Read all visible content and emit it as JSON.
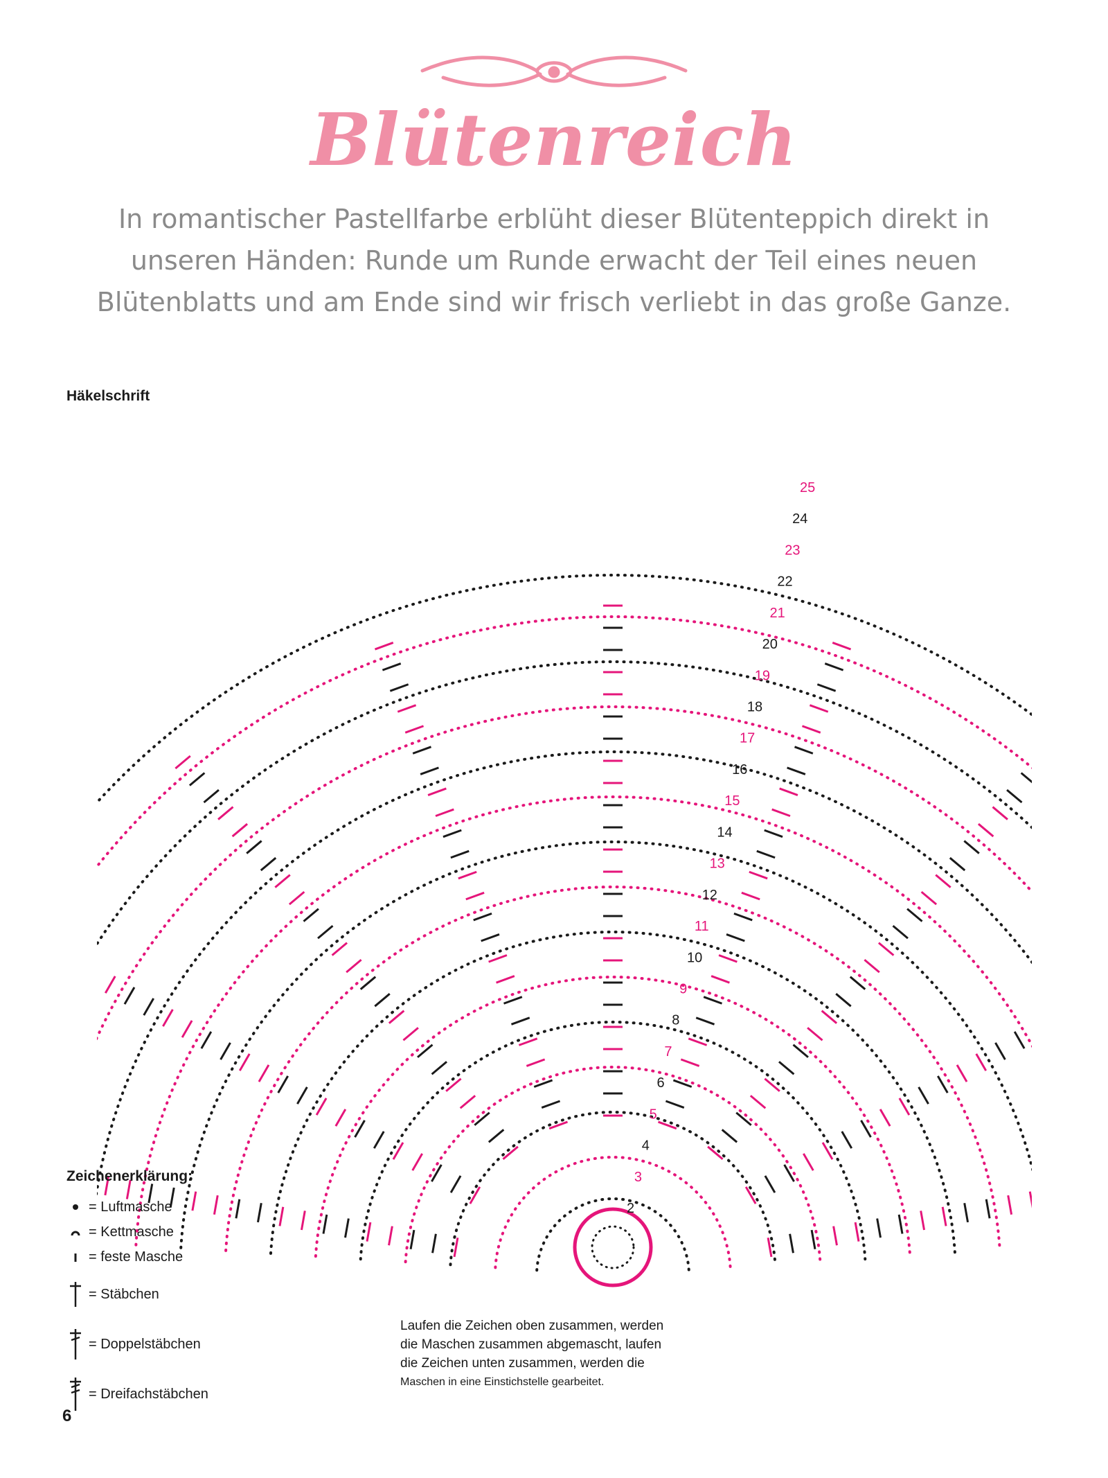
{
  "title": "Blütenreich",
  "intro": "In romantischer Pastellfarbe erblüht dieser Blütenteppich direkt in unseren Händen: Runde um Runde erwacht der Teil eines neuen Blütenblatts und am Ende sind wir frisch verliebt in das große Ganze.",
  "section_label": "Häkelschrift",
  "chart": {
    "round_numbers": [
      "2",
      "3",
      "4",
      "5",
      "6",
      "7",
      "8",
      "9",
      "10",
      "11",
      "12",
      "13",
      "14",
      "15",
      "16",
      "17",
      "18",
      "19",
      "20",
      "21",
      "22",
      "23",
      "24",
      "25"
    ],
    "colors": {
      "accent": "#e5157a",
      "dark": "#1a1a1a",
      "title_pink": "#f08fa6"
    }
  },
  "legend": {
    "title": "Zeichenerklärung:",
    "items": [
      {
        "symbol": "chain-dot-icon",
        "label": "= Luftmasche"
      },
      {
        "symbol": "slip-stitch-icon",
        "label": "= Kettmasche"
      },
      {
        "symbol": "single-crochet-icon",
        "label": "= feste Masche"
      },
      {
        "symbol": "double-crochet-icon",
        "label": "= Stäbchen"
      },
      {
        "symbol": "treble-crochet-icon",
        "label": "= Doppelstäbchen"
      },
      {
        "symbol": "double-treble-crochet-icon",
        "label": "= Dreifachstäbchen"
      }
    ]
  },
  "note": {
    "line1": "Laufen die Zeichen oben zusammen, werden",
    "line2": "die Maschen zusammen abgemascht, laufen",
    "line3": "die Zeichen unten zusammen, werden die",
    "line4": "Maschen in eine Einstichstelle gearbeitet."
  },
  "page_number": "6"
}
